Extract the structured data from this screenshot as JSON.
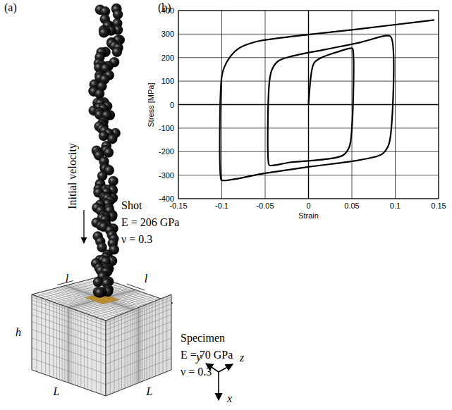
{
  "diagram": {
    "labels": [
      "(a)",
      "Initial velocity",
      "Shot",
      "E = 206 GPa",
      "ν = 0.3",
      "l",
      "l",
      "h",
      "L",
      "L",
      "Specimen",
      "E = 70 GPa",
      "ν = 0.3",
      "x",
      "y",
      "z",
      "(b)",
      "400",
      "300",
      "200",
      "100",
      "0",
      "-100",
      "-200",
      "-300",
      "-400",
      "-0.15",
      "-0.1",
      "-0.05",
      "0",
      "0.05",
      "0.1",
      "0.15",
      "Stress [MPa]",
      "Strain"
    ]
  }
}
